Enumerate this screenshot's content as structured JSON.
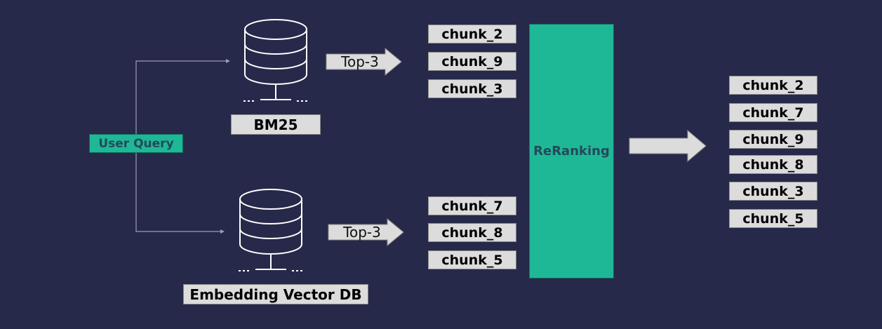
{
  "query": {
    "label": "User Query"
  },
  "sources": {
    "bm25": {
      "label": "BM25",
      "icon": "database-icon",
      "arrow_label": "Top-3",
      "chunks": [
        "chunk_2",
        "chunk_9",
        "chunk_3"
      ]
    },
    "vector": {
      "label": "Embedding Vector DB",
      "icon": "database-icon",
      "arrow_label": "Top-3",
      "chunks": [
        "chunk_7",
        "chunk_8",
        "chunk_5"
      ]
    }
  },
  "reranker": {
    "label": "ReRanking"
  },
  "output": {
    "chunks": [
      "chunk_2",
      "chunk_7",
      "chunk_9",
      "chunk_8",
      "chunk_3",
      "chunk_5"
    ]
  },
  "colors": {
    "background": "#27294a",
    "accent": "#1fb897",
    "box": "#dcdcdc"
  }
}
